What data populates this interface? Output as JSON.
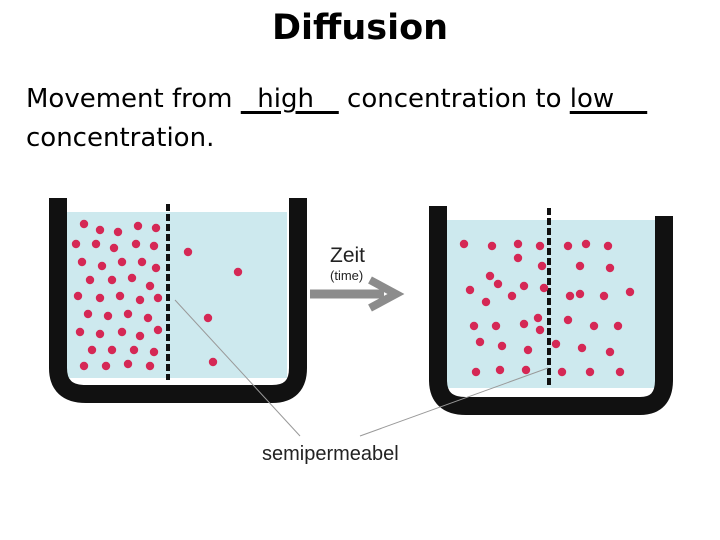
{
  "title": "Diffusion",
  "sentence": {
    "part1": "Movement from ",
    "blank1": "  high   ",
    "part2": " concentration to ",
    "blank2": "low    ",
    "part3": "concentration."
  },
  "diagram": {
    "arrow_label": "Zeit",
    "arrow_sublabel": "(time)",
    "membrane_label": "semipermeabel",
    "colors": {
      "water": "#cde9ee",
      "beaker": "#111111",
      "particle": "#d52855",
      "pointer": "#999999",
      "arrow": "#8c8c8c"
    }
  }
}
